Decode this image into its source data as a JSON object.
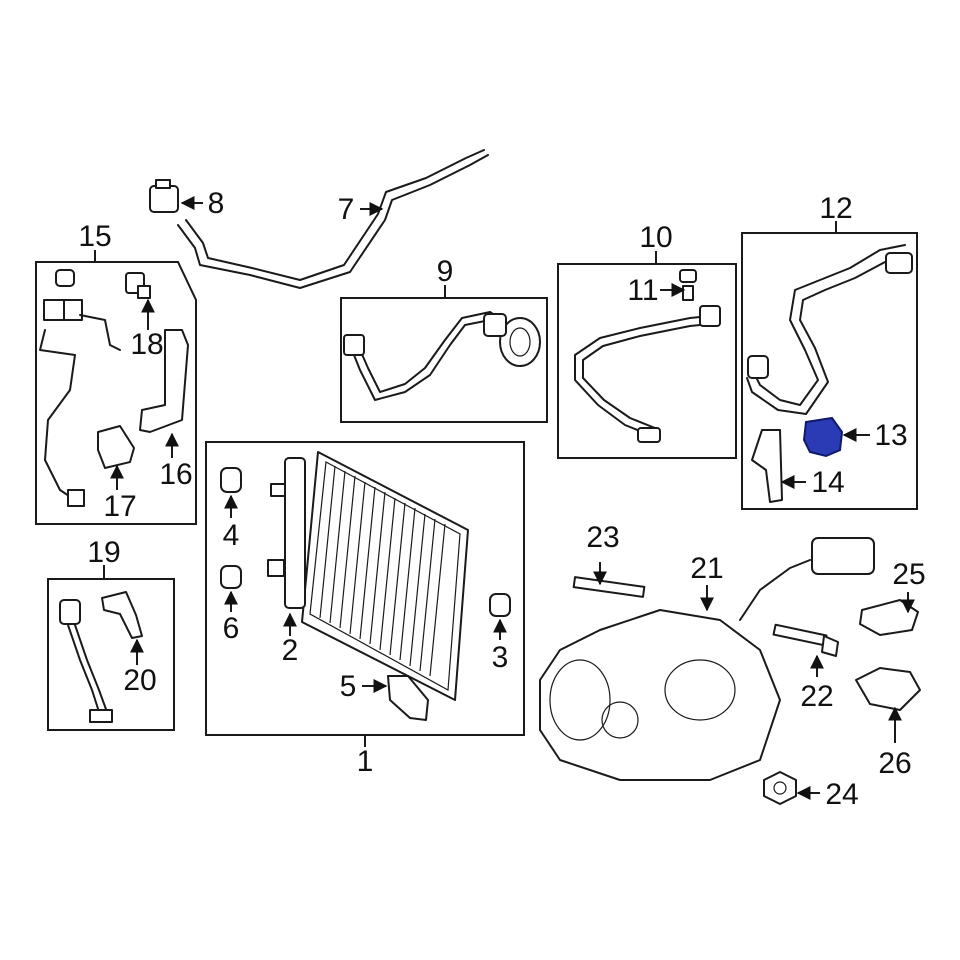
{
  "diagram": {
    "highlight_color": "#2b3bb5",
    "callouts": [
      "1",
      "2",
      "3",
      "4",
      "5",
      "6",
      "7",
      "8",
      "9",
      "10",
      "11",
      "12",
      "13",
      "14",
      "15",
      "16",
      "17",
      "18",
      "19",
      "20",
      "21",
      "22",
      "23",
      "24",
      "25",
      "26"
    ],
    "highlighted_part": "13"
  }
}
